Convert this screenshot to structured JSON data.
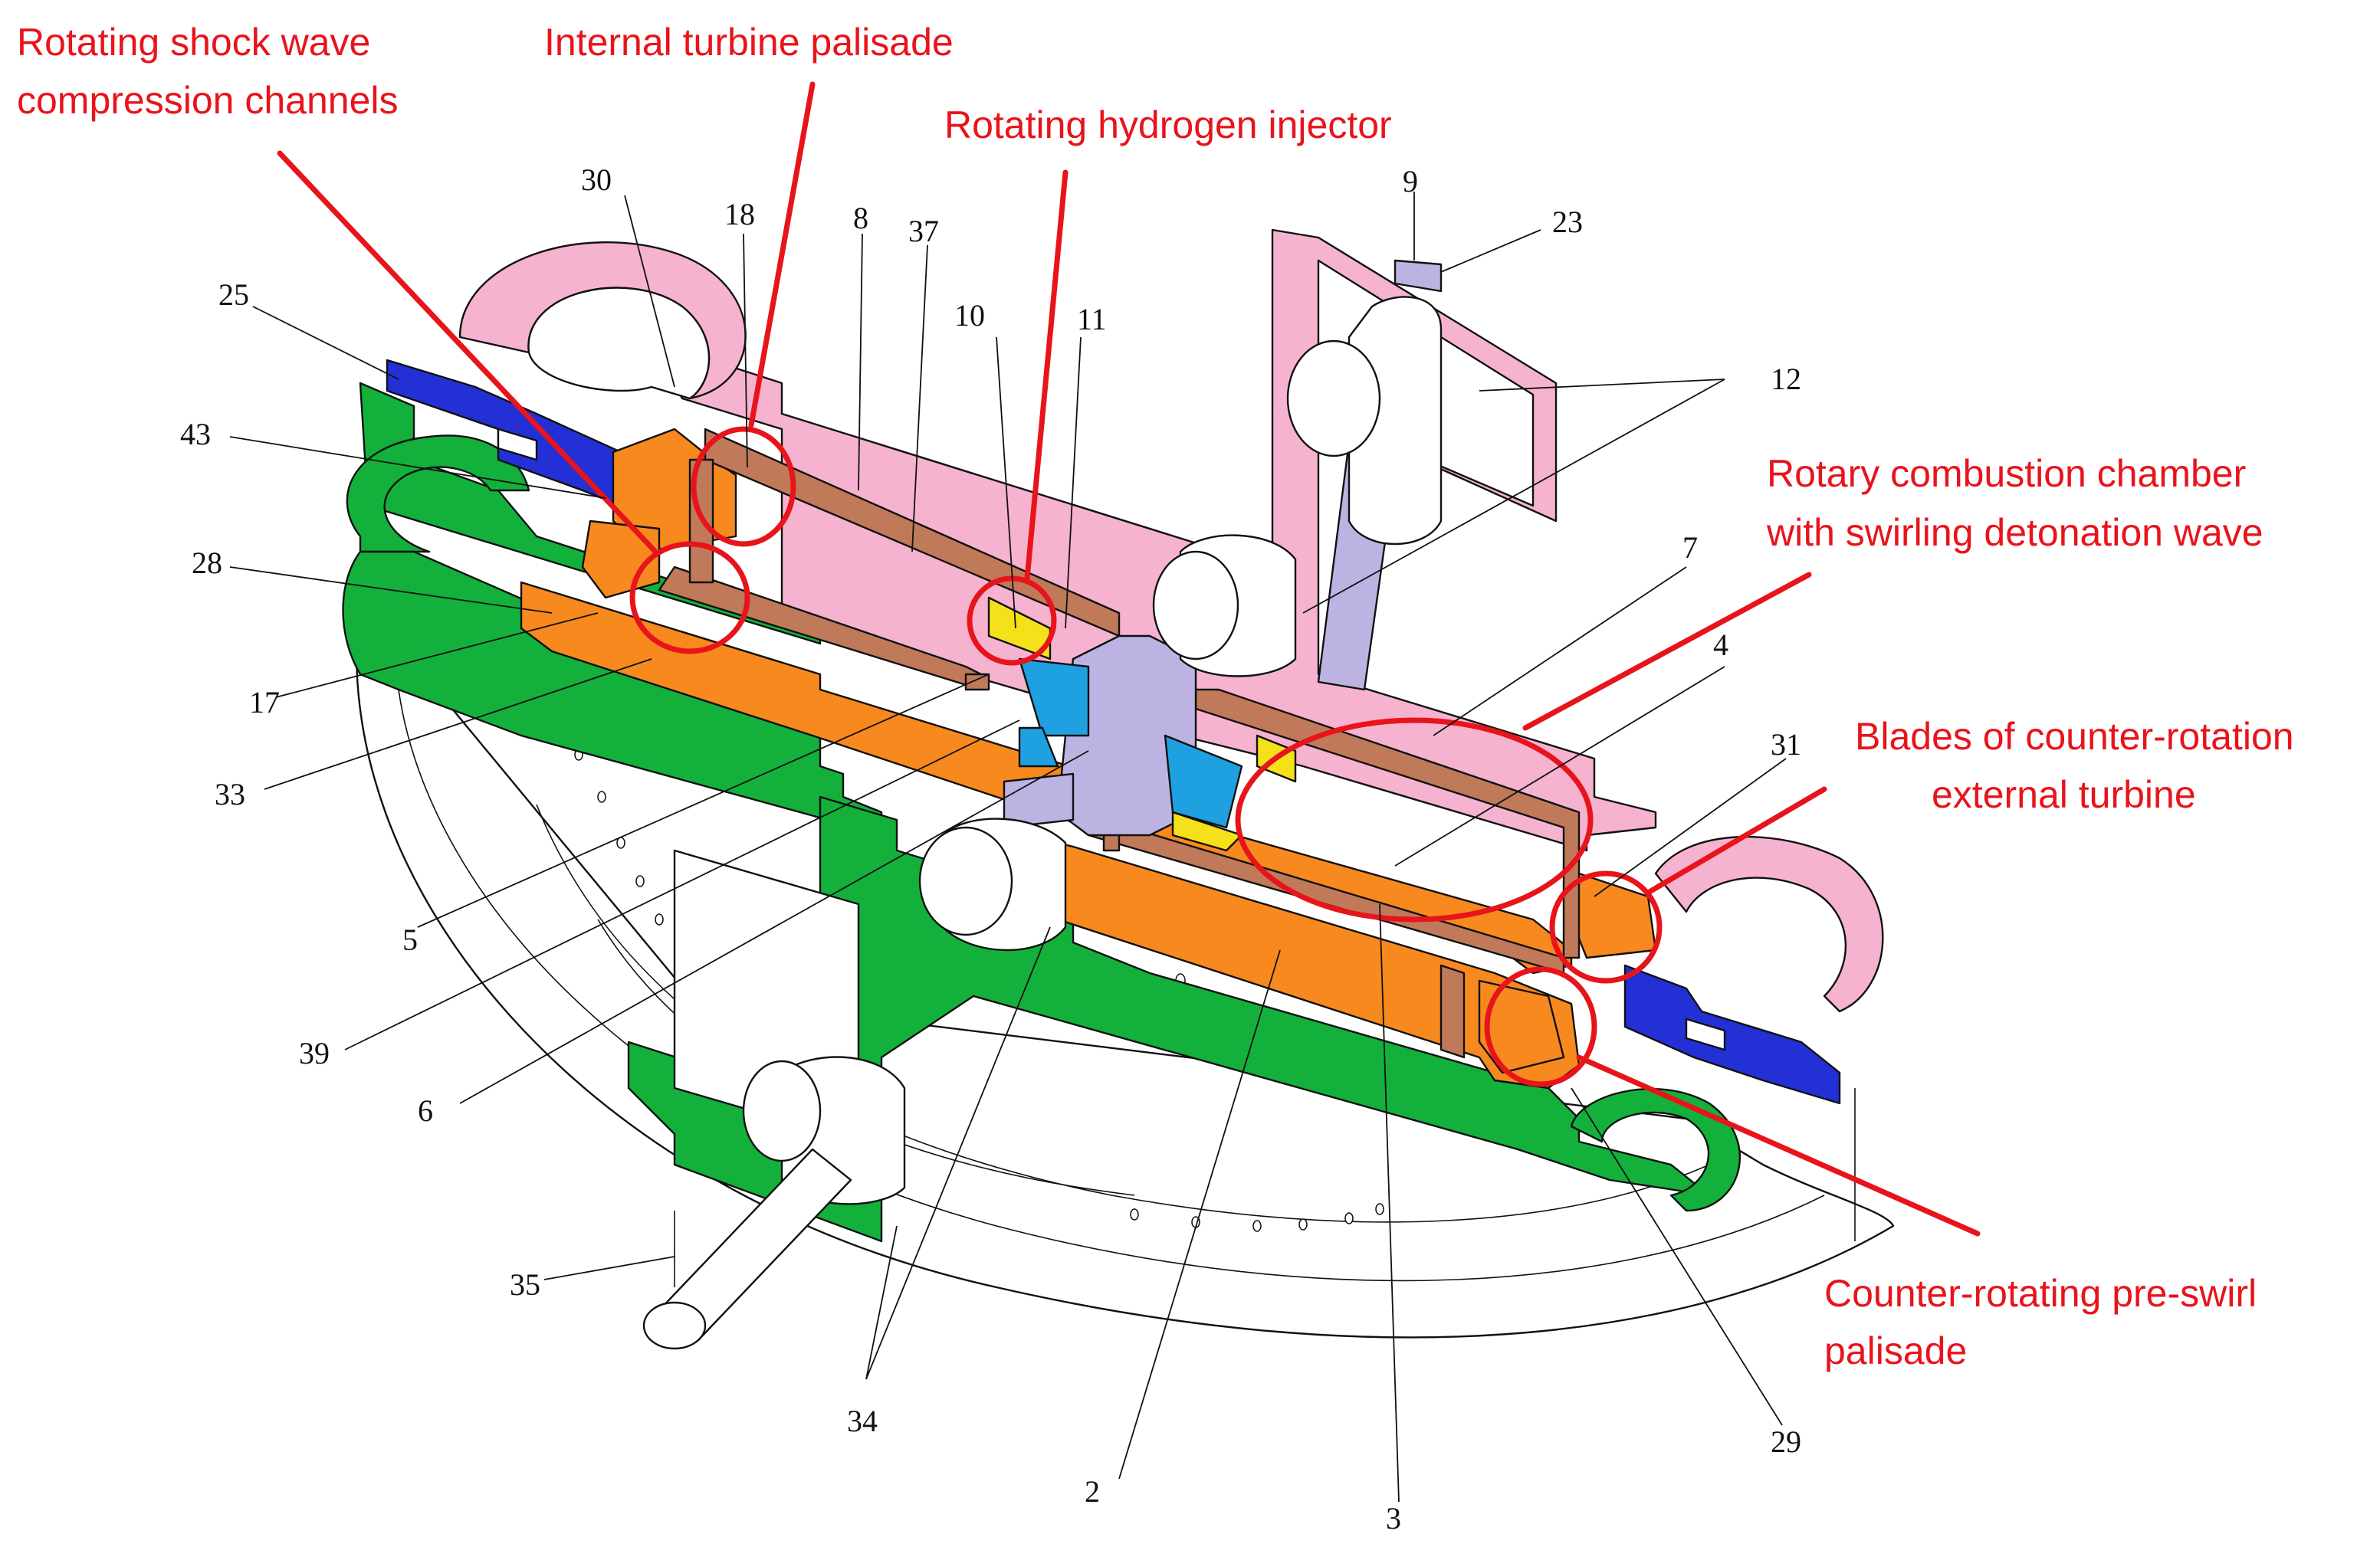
{
  "callouts": {
    "shock_line1": "Rotating shock wave",
    "shock_line2": "compression channels",
    "turbine_palisade": "Internal turbine palisade",
    "hydrogen_injector": "Rotating hydrogen injector",
    "combustion_line1": "Rotary combustion chamber",
    "combustion_line2": "with swirling detonation wave",
    "blades_line1": "Blades of counter-rotation",
    "blades_line2": "external turbine",
    "preswirl_line1": "Counter-rotating pre-swirl",
    "preswirl_line2": "palisade"
  },
  "part_numbers": {
    "n30": "30",
    "n18": "18",
    "n8": "8",
    "n37": "37",
    "n10": "10",
    "n11": "11",
    "n9": "9",
    "n23": "23",
    "n12": "12",
    "n25": "25",
    "n43": "43",
    "n28": "28",
    "n17": "17",
    "n33": "33",
    "n5": "5",
    "n39": "39",
    "n6": "6",
    "n7": "7",
    "n4": "4",
    "n31": "31",
    "n35": "35",
    "n34": "34",
    "n2": "2",
    "n3": "3",
    "n29": "29"
  },
  "colors": {
    "outer_casing_top": "#f5b3cf",
    "outer_casing_bottom": "#14b03c",
    "rotor_orange": "#f7891f",
    "liner_brown": "#c07a5a",
    "shaft_lavender": "#bdb3e3",
    "manifold_blue": "#2230d6",
    "injector_yellow": "#f5e11a",
    "injector_cyan": "#1fa0e0",
    "annotation_red": "#e8141b"
  }
}
